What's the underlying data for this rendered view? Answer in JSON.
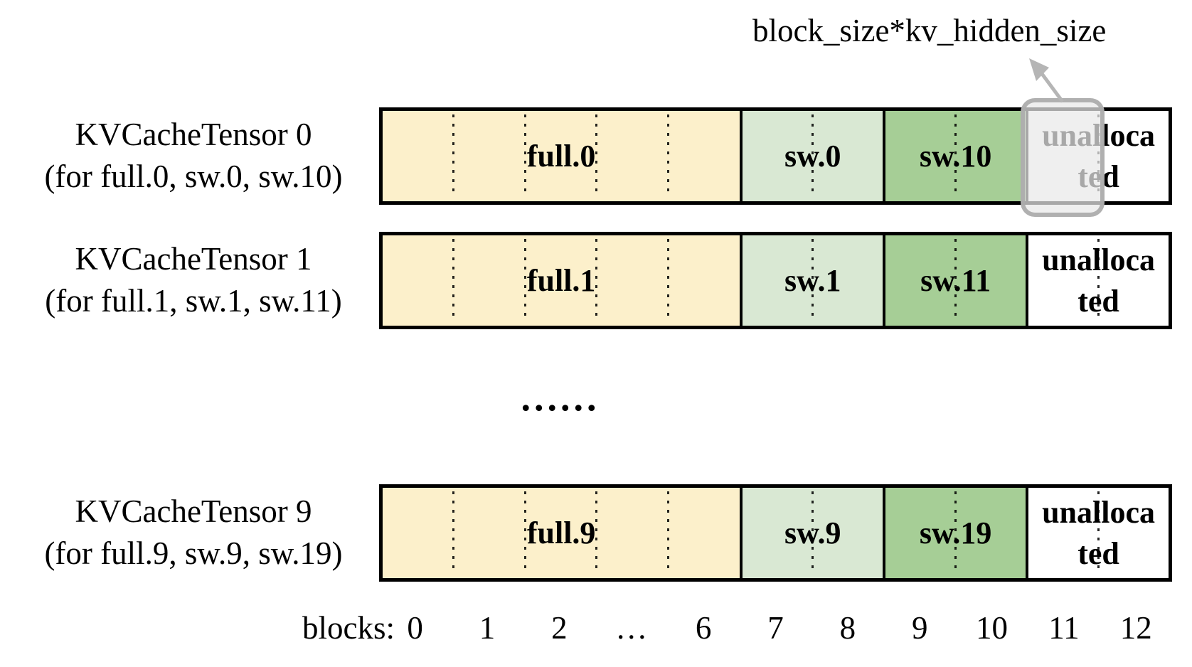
{
  "colors": {
    "full": "#FCF0CB",
    "sw": "#D9E8D3",
    "sw1x": "#A6CE96",
    "unallocated": "#FFFFFF",
    "overlayFill": "rgba(233,233,233,0.72)",
    "overlayBorder": "rgba(171,171,171,0.92)",
    "arrow": "#B5B5B5",
    "line": "#000000"
  },
  "annotation": {
    "label": "block_size*kv_hidden_size"
  },
  "rows": [
    {
      "title": "KVCacheTensor 0",
      "subtitle": "(for full.0, sw.0, sw.10)",
      "segments": {
        "full": "full.0",
        "sw": "sw.0",
        "sw1x": "sw.10",
        "unallocated": "unalloca\nted"
      },
      "highlighted_block": "11"
    },
    {
      "title": "KVCacheTensor 1",
      "subtitle": "(for full.1, sw.1, sw.11)",
      "segments": {
        "full": "full.1",
        "sw": "sw.1",
        "sw1x": "sw.11",
        "unallocated": "unalloca\nted"
      }
    },
    {
      "title": "KVCacheTensor 9",
      "subtitle": "(for full.9, sw.9, sw.19)",
      "segments": {
        "full": "full.9",
        "sw": "sw.9",
        "sw1x": "sw.19",
        "unallocated": "unalloca\nted"
      }
    }
  ],
  "ellipsis": "......",
  "blocks_axis": {
    "label": "blocks:",
    "numbers": [
      "0",
      "1",
      "2",
      "…",
      "6",
      "7",
      "8",
      "9",
      "10",
      "11",
      "12"
    ]
  }
}
